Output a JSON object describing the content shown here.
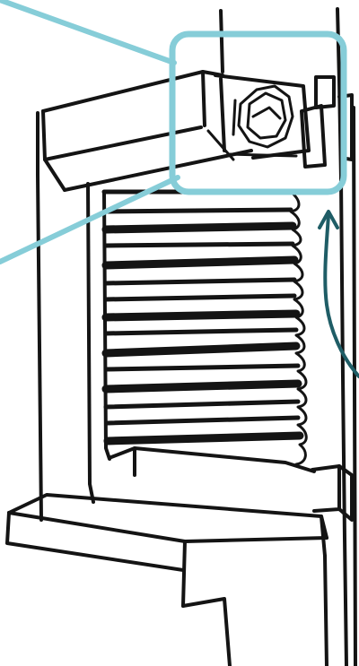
{
  "figure": {
    "subject": "roller-shutter-sketch",
    "colors": {
      "ink": "#141414",
      "callout": "#86cdd8",
      "arrow": "#1f5d66",
      "paper": "#ffffff"
    },
    "callout_target": "roller-shutter-box",
    "arrow_meaning": "shutter-rolls-up"
  }
}
